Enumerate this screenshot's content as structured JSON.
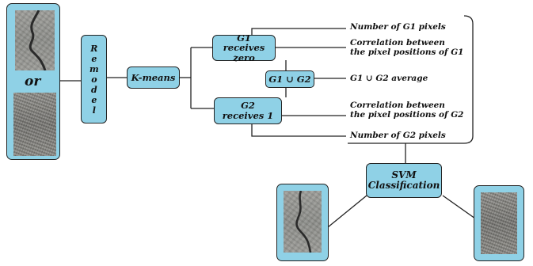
{
  "nodes": {
    "remodel": "Remodel",
    "kmeans": "K-means",
    "g1": [
      "G1",
      "receives zero"
    ],
    "g2": [
      "G2",
      "receives 1"
    ],
    "union": "G1 ∪ G2",
    "svm": [
      "SVM",
      "Classification"
    ]
  },
  "input_panel": {
    "or_label": "or"
  },
  "features": {
    "g1_count": "Number of G1 pixels",
    "g1_corr": [
      "Correlation between",
      "the pixel positions of G1"
    ],
    "union_avg": "G1 ∪ G2 average",
    "g2_corr": [
      "Correlation between",
      "the pixel positions of G2"
    ],
    "g2_count": "Number of G2 pixels"
  },
  "colors": {
    "box_fill": "#8fd1e6",
    "outline": "#222222",
    "crack_texture": "#8d8e8a",
    "rough_texture": "#7a7975"
  },
  "icons": [
    "crack-texture-image",
    "rough-texture-image"
  ]
}
